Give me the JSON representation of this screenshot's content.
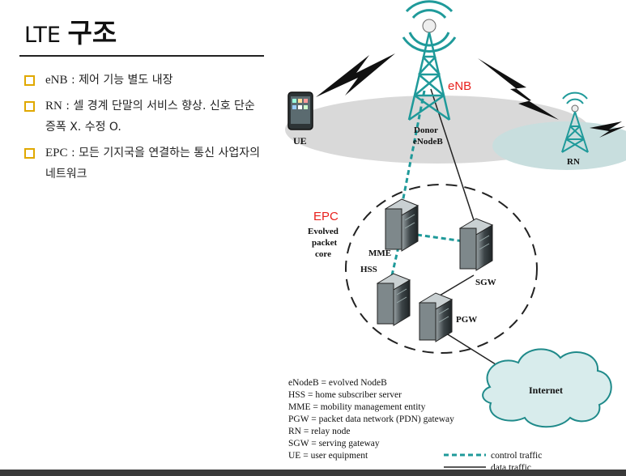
{
  "slide": {
    "title_latin": "LTE",
    "title_korean": "구조",
    "bullets": [
      {
        "head": "eNB",
        "text": " : 제어 기능 별도 내장"
      },
      {
        "head": "RN",
        "text": " : 셀 경계 단말의 서비스 향상. 신호 단순 증폭 X. 수정 O."
      },
      {
        "head": "EPC",
        "text": " : 모든 기지국을 연결하는 통신 사업자의 네트워크"
      }
    ]
  },
  "diagram": {
    "enb_red_label": "eNB",
    "epc_red_label": "EPC",
    "accent_red": "#e8201c",
    "dash_color": "#1f9a9a",
    "tower_color": "#1f9a9a",
    "nodes": {
      "ue": "UE",
      "donor_line1": "Donor",
      "donor_line2": "eNodeB",
      "rn": "RN",
      "epc_line1": "Evolved",
      "epc_line2": "packet",
      "epc_line3": "core",
      "mme": "MME",
      "hss": "HSS",
      "sgw": "SGW",
      "pgw": "PGW",
      "internet": "Internet"
    },
    "glossary": [
      "eNodeB = evolved NodeB",
      "HSS = home subscriber server",
      "MME = mobility management entity",
      "PGW = packet data network (PDN) gateway",
      "RN = relay node",
      "SGW = serving gateway",
      "UE = user equipment"
    ],
    "legend": {
      "control": "control traffic",
      "data": "data traffic"
    }
  }
}
